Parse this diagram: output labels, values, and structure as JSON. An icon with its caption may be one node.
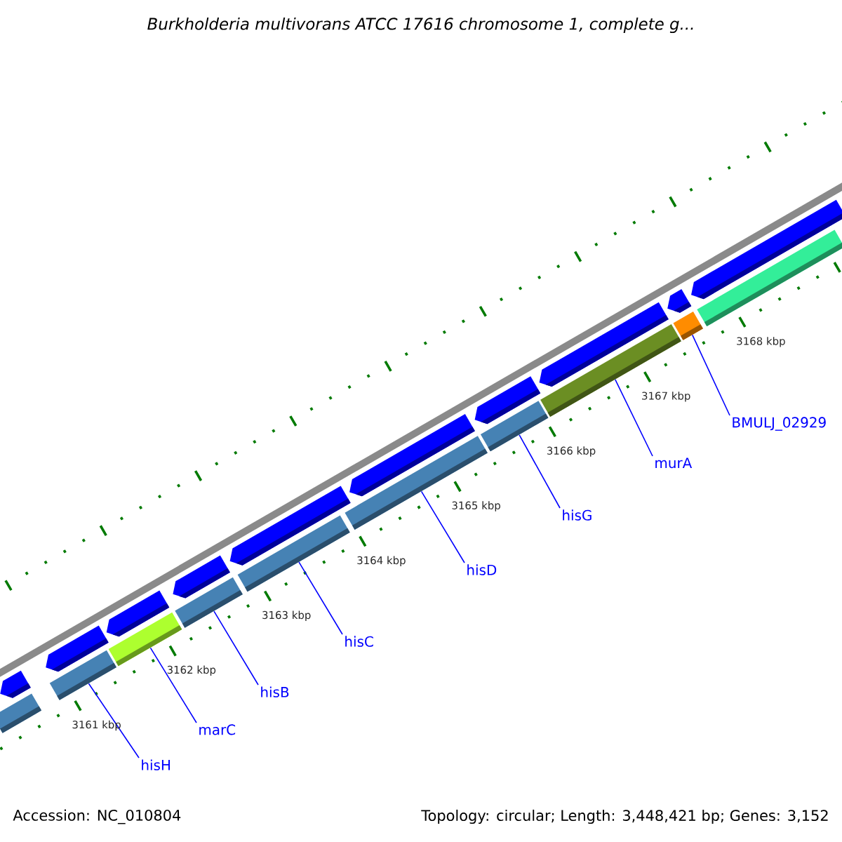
{
  "diagram": {
    "title": "Burkholderia multivorans ATCC 17616 chromosome 1, complete g...",
    "nodes": [
      {
        "text": [
          "hisH"
        ]
      },
      {
        "text": [
          "marC"
        ]
      },
      {
        "text": [
          "hisB"
        ]
      },
      {
        "text": [
          "hisC"
        ]
      },
      {
        "text": [
          "hisD"
        ]
      },
      {
        "text": [
          "hisG"
        ]
      },
      {
        "text": [
          "murA"
        ]
      },
      {
        "text": [
          "BMULJ_02929"
        ]
      },
      {
        "text": [],
        "shape": "bar"
      },
      {
        "text": [],
        "shape": "bar"
      },
      {
        "text": [],
        "shape": "bar"
      },
      {
        "text": [],
        "shape": "bar"
      },
      {
        "text": [],
        "shape": "bar"
      },
      {
        "text": [],
        "shape": "bar"
      },
      {
        "text": [],
        "shape": "bar"
      },
      {
        "text": [],
        "shape": "bar"
      },
      {
        "text": [],
        "shape": "bar"
      },
      {
        "text": [],
        "shape": "bar"
      },
      {
        "text": [],
        "shape": "pentagon"
      },
      {
        "text": [],
        "shape": "pentagon"
      },
      {
        "text": [],
        "shape": "pentagon"
      },
      {
        "text": [],
        "shape": "pentagon"
      },
      {
        "text": [],
        "shape": "pentagon"
      },
      {
        "text": [],
        "shape": "pentagon"
      },
      {
        "text": [],
        "shape": "pentagon"
      },
      {
        "text": [],
        "shape": "pentagon"
      },
      {
        "text": [],
        "shape": "pentagon"
      },
      {
        "text": [],
        "shape": "pentagon"
      }
    ],
    "edges": [
      {
        "from": 0,
        "to": 8,
        "arrow": "none"
      },
      {
        "from": 1,
        "to": 9,
        "arrow": "none"
      },
      {
        "from": 2,
        "to": 10,
        "arrow": "none"
      },
      {
        "from": 3,
        "to": 11,
        "arrow": "none"
      },
      {
        "from": 4,
        "to": 12,
        "arrow": "none"
      },
      {
        "from": 5,
        "to": 13,
        "arrow": "none"
      },
      {
        "from": 6,
        "to": 14,
        "arrow": "none"
      },
      {
        "from": 7,
        "to": 15,
        "arrow": "none"
      }
    ],
    "labels": [
      "3168 kbp",
      "3167 kbp",
      "3166 kbp",
      "3165 kbp",
      "3164 kbp",
      "3163 kbp",
      "3162 kbp",
      "3161 kbp",
      "Accession: NC_010804",
      "Topology: circular; Length: 3,448,421 bp; Genes: 3,152"
    ]
  }
}
